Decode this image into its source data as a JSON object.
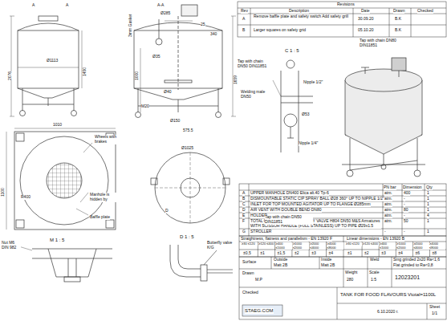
{
  "diagram": {
    "labels": [
      "A",
      "A",
      "Ø1113",
      "2076",
      "1450",
      "A-A",
      "3mm Gasket",
      "Ø285",
      "25",
      "340",
      "1000",
      "Ø35",
      "M20",
      "Ø150",
      "575.5",
      "1659",
      "Ø40",
      "Revisions",
      "Rev",
      "Description",
      "Date",
      "Drawn",
      "Checked",
      "A",
      "Remove baffle plate and safety switch Add safety grill",
      "30.09.20",
      "B.K",
      "B",
      "Larger squares on safety grid",
      "05.10.20",
      "B.K",
      "C 1 : 5",
      "Tap with chain DN50 DIN11851",
      "Nipple 1/2\"",
      "Welding male DN50",
      "Ø53",
      "Nipple 1/4\"",
      "Tap with chain DN80 DIN11851",
      "1010",
      "1100",
      "Wheels with brakes",
      "R400",
      "Manhole is hidden by",
      "Baffle plate",
      "Ø1025",
      "D",
      "PN bar",
      "Dimension",
      "Qty",
      "A",
      "UPPER MANHOLE DN400 Elica alt.40 Tp-6",
      "atm.",
      "400",
      "1",
      "B",
      "DISMOUNTABLE STATIC CIP SPRAY BALL Ø28 360° UP TO NIPPLE 1/2\"",
      "atm.",
      "-",
      "1",
      "C",
      "INLET FOR TOP MOUNTED AGITATOR UP TO FLANGE Ø285mm",
      "atm.",
      "-",
      "1",
      "D",
      "AIR VENT WITH DOUBLE BEND DN80",
      "atm.",
      "80",
      "1",
      "E",
      "HOLDER",
      "atm.",
      "-",
      "4",
      "F",
      "TOTAL OUTLET WITH BUTTERFLY VALVE H804 DN50 M&S Armatures WITH SCISSOR HANDLE (FULL STAINLESS) UP TO PIPE Ø29x1.5",
      "atm.",
      "50",
      "1",
      "G",
      "STROLLER",
      "-",
      "-",
      "1",
      "M 1 : 5",
      "Nut M6 DIN 982",
      "D 1 : 5",
      "Butterfly valve K/G",
      "Tap with chain DN50 DIN11851",
      "Straightness, flatness and parallelism - EN 13920 F",
      "Linear dimensions - EN 13920 B",
      "≥30 ≤120",
      "≥120 ≤400",
      "≥400 ≤1000",
      "≥1000 ≤2000",
      "≥2000 ≤4000",
      "≥4000 ≤8000",
      "±0,5",
      "±1",
      "±1,5",
      "±2",
      "±3",
      "±4",
      "≥30 ≤120",
      "≥120 ≤400",
      "≥400 ≤1000",
      "≥1000 ≤2000",
      "≥2000 ≤4000",
      "≥4000 ≤8000",
      "±1",
      "±2",
      "±3",
      "±4",
      "±6",
      "±8",
      "Surface",
      "Outside",
      "Matt 2B",
      "Inside",
      "Matt 2B",
      "Weld",
      "Sing grinded 2x20 Ra<1,6",
      "Flat grinded to Ra<0,8",
      "Weight",
      "280",
      "Scale",
      "1:5",
      "12023201",
      "Drawn",
      "M.P",
      "TANK FOR FOOD FLAVOURS Vtotal=1100L",
      "6.10.2020 r.",
      "Sheet",
      "1/1",
      "STAEG.COM",
      "Checked"
    ]
  }
}
